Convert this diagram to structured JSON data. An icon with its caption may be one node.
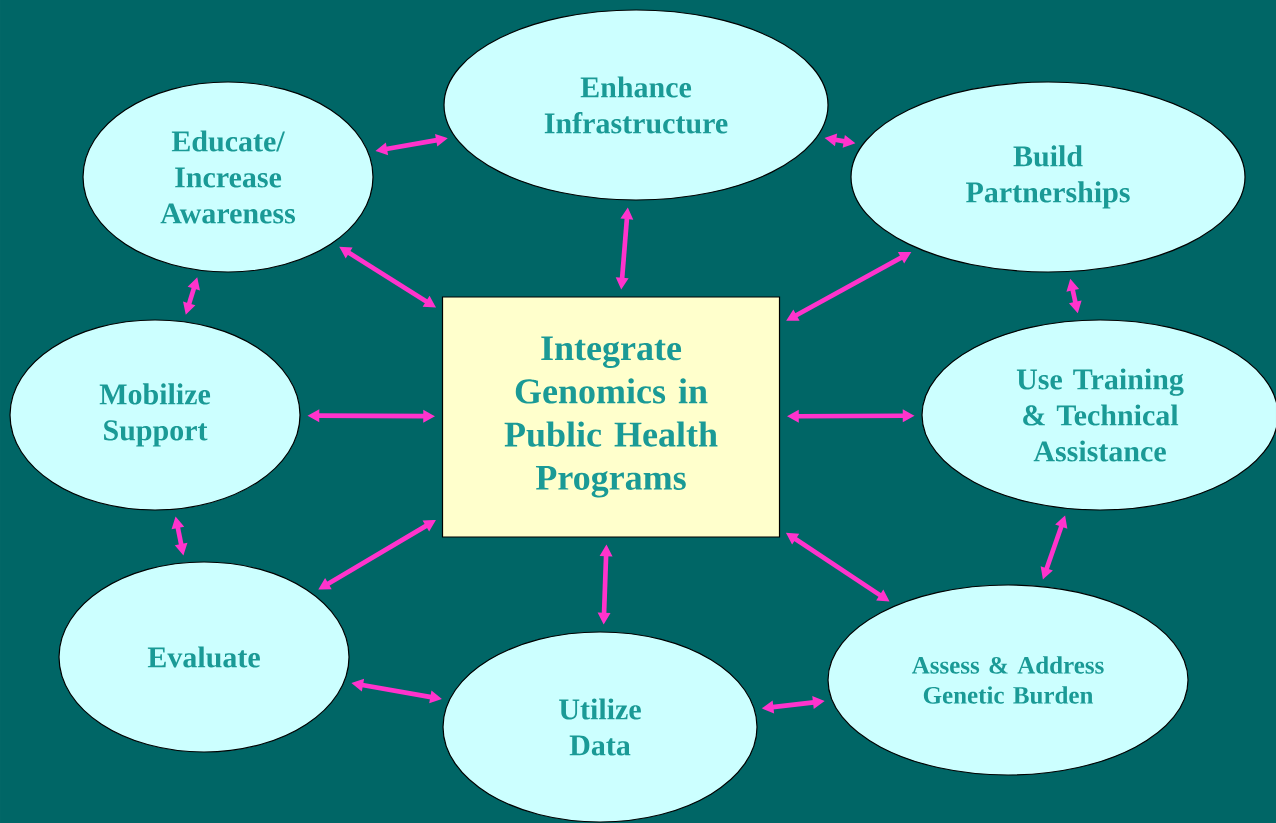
{
  "diagram": {
    "nodes": [
      {
        "text": [
          "Enhance Infrastructure"
        ]
      },
      {
        "text": [
          "Educate/ Increase Awareness"
        ]
      },
      {
        "text": [
          "Build Partnerships"
        ]
      },
      {
        "text": [
          "Mobilize Support"
        ]
      },
      {
        "text": [
          "Integrate Genomics in Public Health Programs"
        ]
      },
      {
        "text": [
          "Use Training & Technical Assistance"
        ]
      },
      {
        "text": [
          "Evaluate"
        ]
      },
      {
        "text": [
          "Utilize Data"
        ]
      },
      {
        "text": [
          "Assess & Address Genetic Burden"
        ]
      }
    ],
    "edges": [
      {
        "from": 4,
        "to": 0,
        "arrow": "both"
      },
      {
        "from": 4,
        "to": 1,
        "arrow": "both"
      },
      {
        "from": 4,
        "to": 2,
        "arrow": "both"
      },
      {
        "from": 4,
        "to": 3,
        "arrow": "both"
      },
      {
        "from": 4,
        "to": 5,
        "arrow": "both"
      },
      {
        "from": 4,
        "to": 6,
        "arrow": "both"
      },
      {
        "from": 4,
        "to": 7,
        "arrow": "both"
      },
      {
        "from": 4,
        "to": 8,
        "arrow": "both"
      },
      {
        "from": 1,
        "to": 0,
        "arrow": "both"
      },
      {
        "from": 0,
        "to": 2,
        "arrow": "both"
      },
      {
        "from": 2,
        "to": 5,
        "arrow": "both"
      },
      {
        "from": 5,
        "to": 8,
        "arrow": "both"
      },
      {
        "from": 8,
        "to": 7,
        "arrow": "both"
      },
      {
        "from": 7,
        "to": 6,
        "arrow": "both"
      },
      {
        "from": 6,
        "to": 3,
        "arrow": "both"
      },
      {
        "from": 3,
        "to": 1,
        "arrow": "both"
      }
    ]
  }
}
